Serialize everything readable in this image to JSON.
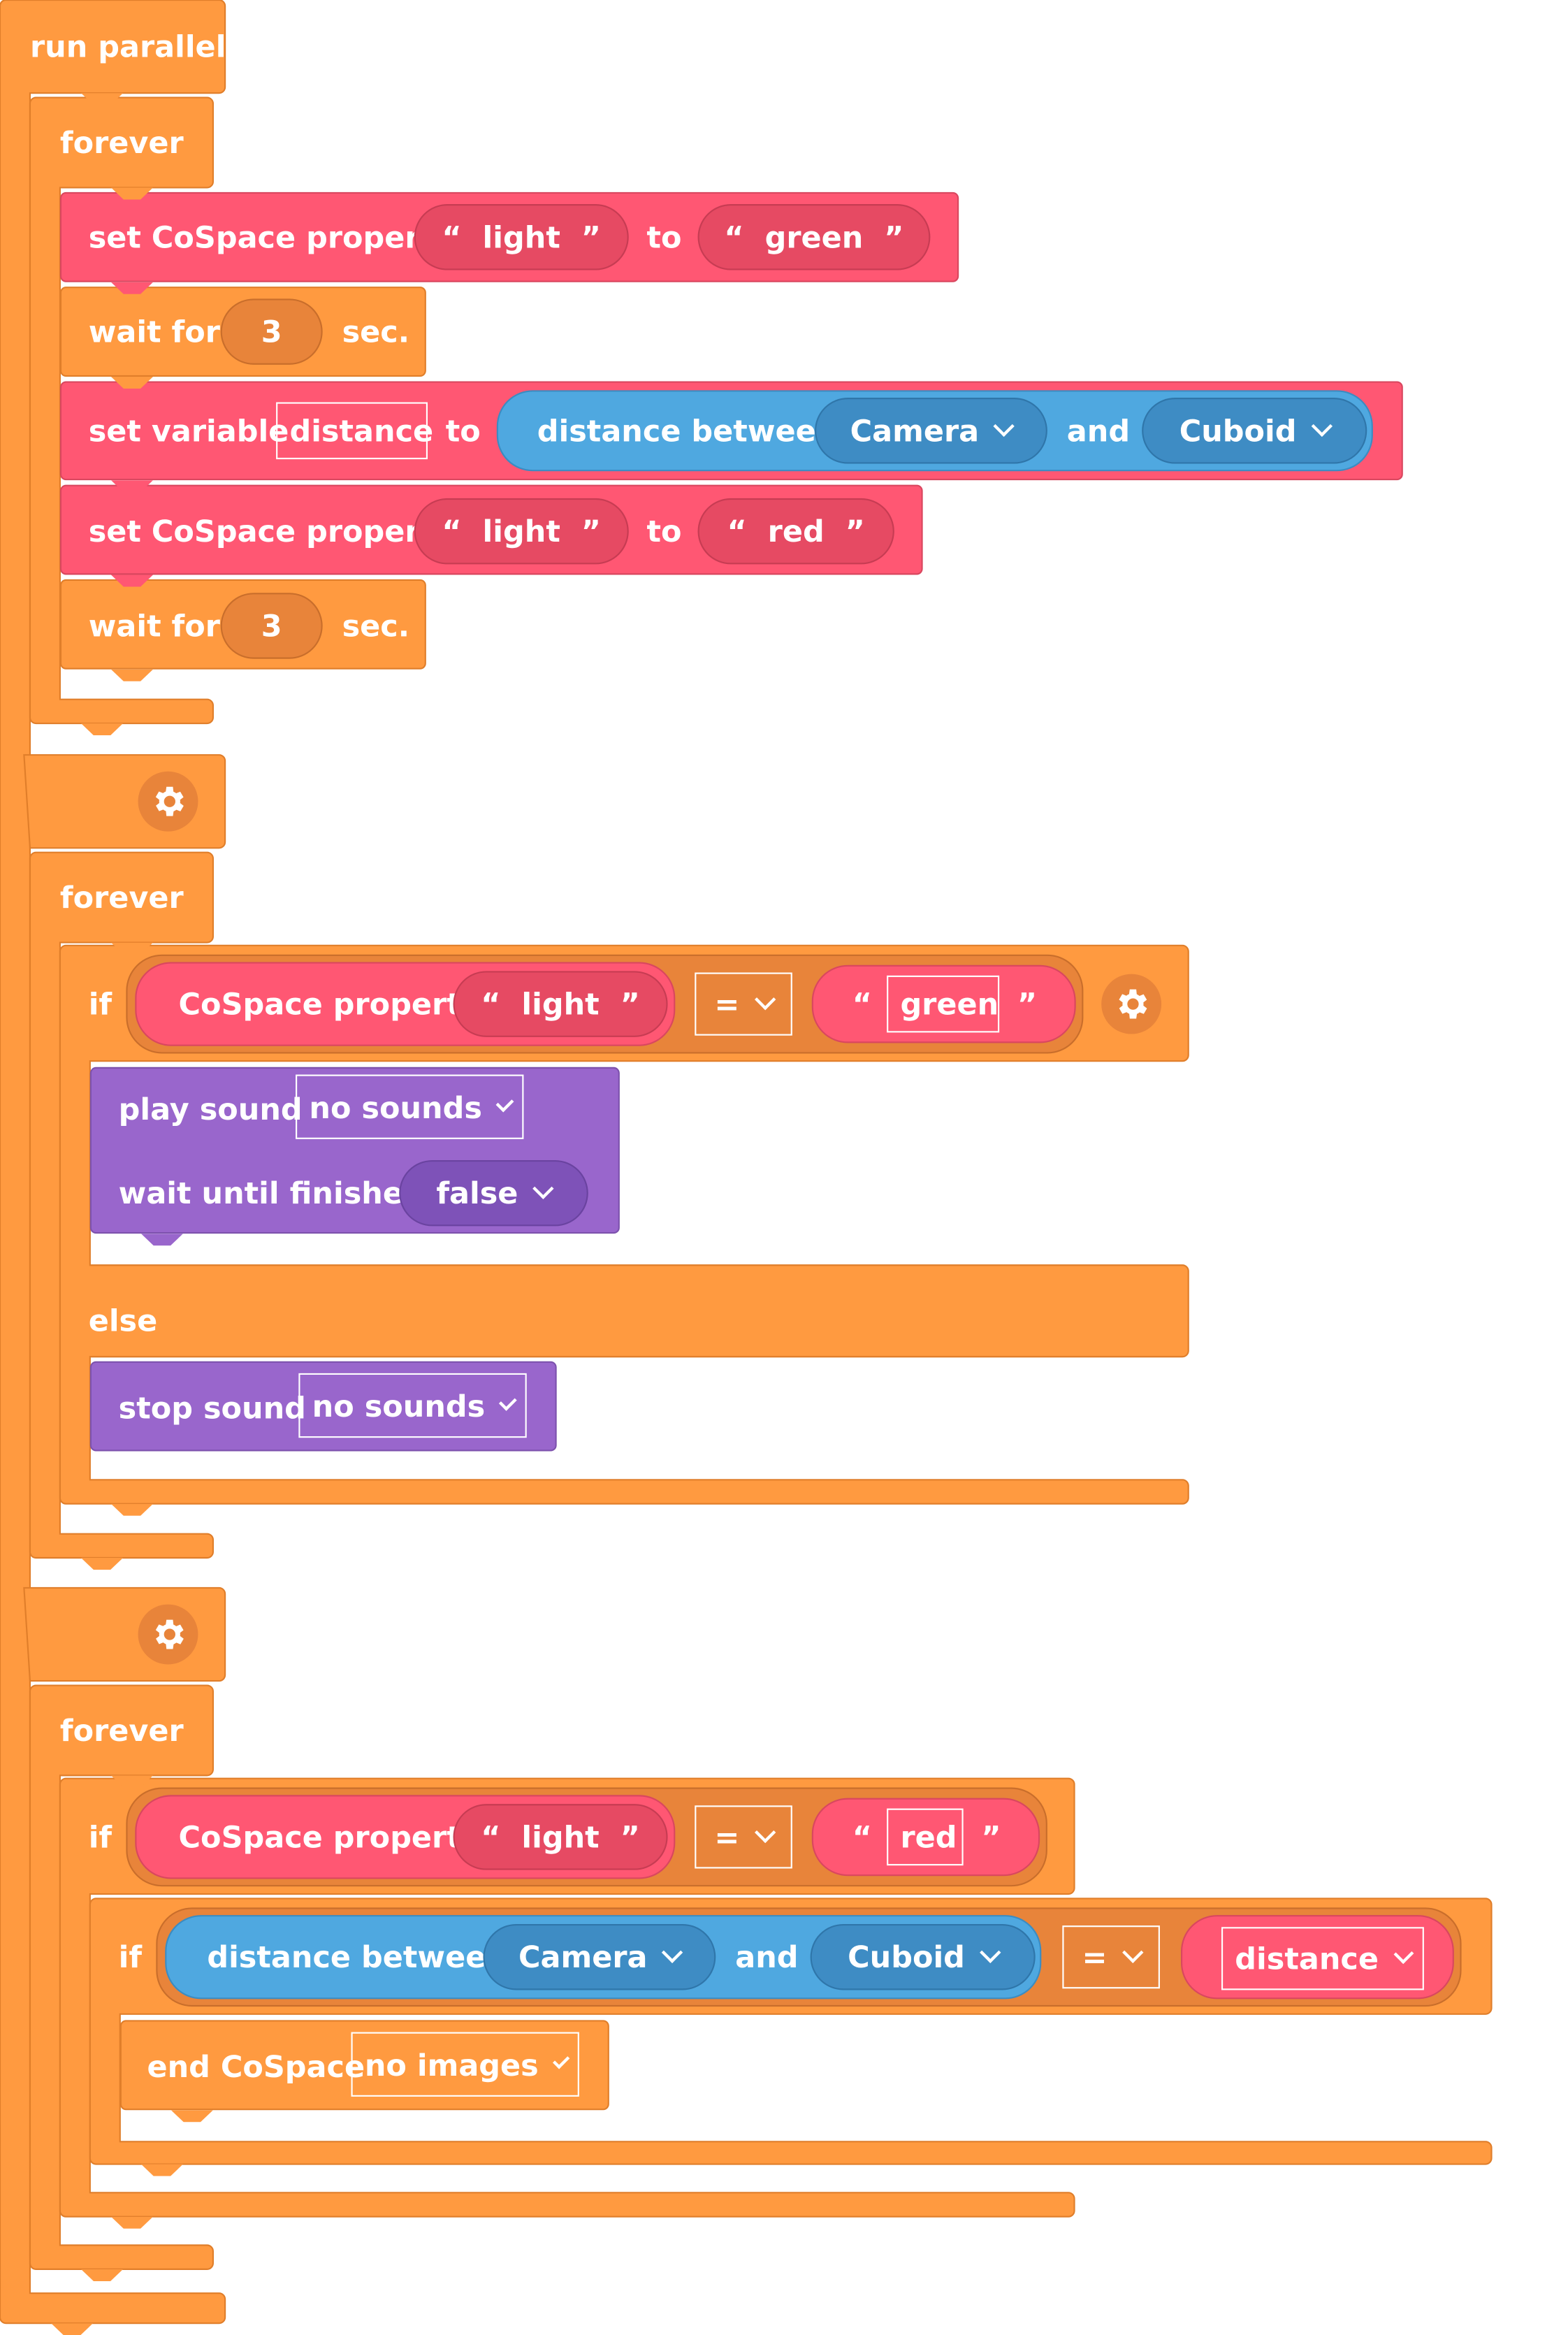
{
  "colors": {
    "control": "#FF9A40",
    "cospace": "#FF5773",
    "sound": "#9966CC",
    "sensing": "#4FA8E0"
  },
  "icons": [
    "gear-icon",
    "chevron-down-icon"
  ],
  "run_parallel": {
    "label": "run parallel"
  },
  "branch1": {
    "forever": "forever",
    "set1": {
      "label": "set CoSpace property",
      "key": "light",
      "to": "to",
      "value": "green"
    },
    "wait1": {
      "label": "wait for",
      "seconds": "3",
      "unit": "sec."
    },
    "setvar": {
      "label": "set variable",
      "variable": "distance",
      "to": "to",
      "expr_label": "distance between",
      "obj1": "Camera",
      "and": "and",
      "obj2": "Cuboid"
    },
    "set2": {
      "label": "set CoSpace property",
      "key": "light",
      "to": "to",
      "value": "red"
    },
    "wait2": {
      "label": "wait for",
      "seconds": "3",
      "unit": "sec."
    }
  },
  "branch2": {
    "forever": "forever",
    "if_label": "if",
    "cond": {
      "label": "CoSpace property",
      "key": "light",
      "op": "=",
      "value": "green"
    },
    "play": {
      "label": "play sound",
      "sound": "no sounds",
      "wait_label": "wait until finished",
      "wait_value": "false"
    },
    "else_label": "else",
    "stop": {
      "label": "stop sound",
      "sound": "no sounds"
    }
  },
  "branch3": {
    "forever": "forever",
    "if_label": "if",
    "cond": {
      "label": "CoSpace property",
      "key": "light",
      "op": "=",
      "value": "red"
    },
    "inner_if_label": "if",
    "inner_cond": {
      "label": "distance between",
      "obj1": "Camera",
      "and": "and",
      "obj2": "Cuboid",
      "op": "=",
      "var": "distance"
    },
    "end": {
      "label": "end CoSpace",
      "images": "no images"
    }
  },
  "quote_open": "“",
  "quote_close": "”"
}
